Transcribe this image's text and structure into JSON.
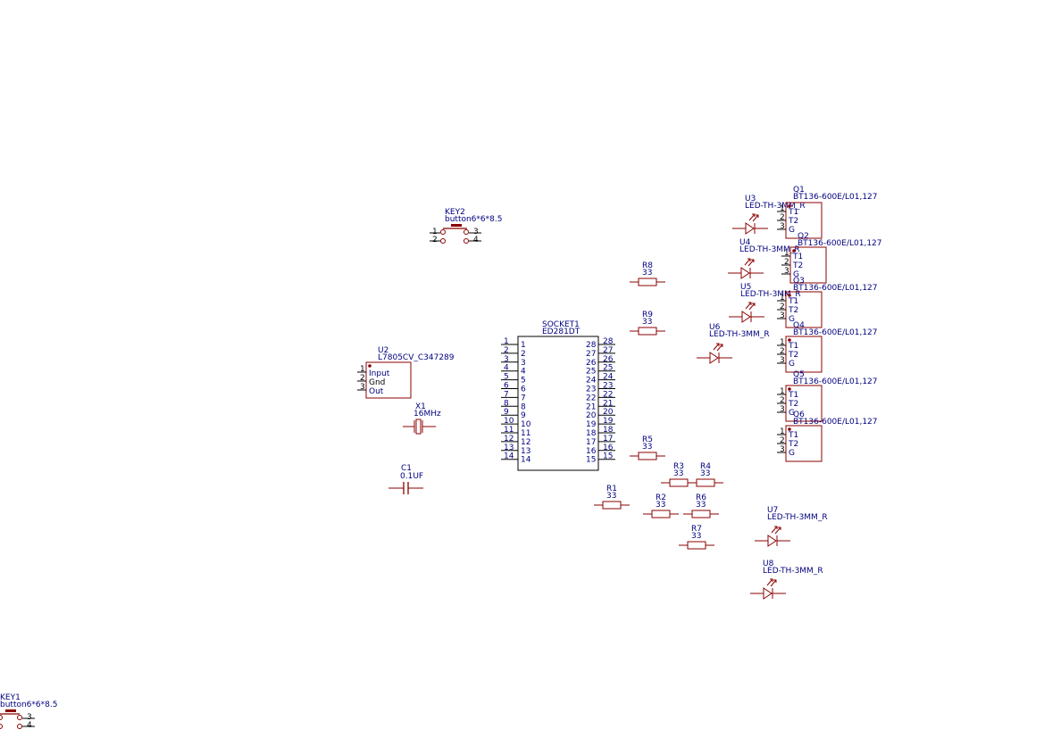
{
  "colors": {
    "outline": "#8b0000",
    "text": "#000080",
    "pin": "#8b0000",
    "dark": "#000000"
  },
  "components": {
    "key2": {
      "ref": "KEY2",
      "value": "button6*6*8.5",
      "pins": [
        "1",
        "2",
        "3",
        "4"
      ]
    },
    "key1": {
      "ref": "KEY1",
      "value": "button6*6*8.5",
      "pins": [
        "3",
        "4"
      ]
    },
    "u2": {
      "ref": "U2",
      "value": "L7805CV_C347289",
      "pins": [
        "1",
        "2",
        "3"
      ],
      "labels": [
        "Input",
        "Gnd",
        "Out"
      ]
    },
    "x1": {
      "ref": "X1",
      "value": "16MHz"
    },
    "c1": {
      "ref": "C1",
      "value": "0.1UF"
    },
    "socket1": {
      "ref": "SOCKET1",
      "value": "ED281DT",
      "left_pins": [
        "1",
        "2",
        "3",
        "4",
        "5",
        "6",
        "7",
        "8",
        "9",
        "10",
        "11",
        "12",
        "13",
        "14"
      ],
      "right_pins": [
        "28",
        "27",
        "26",
        "25",
        "24",
        "23",
        "22",
        "21",
        "20",
        "19",
        "18",
        "17",
        "16",
        "15"
      ]
    },
    "resistors": [
      {
        "ref": "R8",
        "value": "33"
      },
      {
        "ref": "R9",
        "value": "33"
      },
      {
        "ref": "R5",
        "value": "33"
      },
      {
        "ref": "R3",
        "value": "33"
      },
      {
        "ref": "R4",
        "value": "33"
      },
      {
        "ref": "R1",
        "value": "33"
      },
      {
        "ref": "R2",
        "value": "33"
      },
      {
        "ref": "R6",
        "value": "33"
      },
      {
        "ref": "R7",
        "value": "33"
      }
    ],
    "leds": [
      {
        "ref": "U3",
        "value": "LED-TH-3MM_R"
      },
      {
        "ref": "U4",
        "value": "LED-TH-3MM_R"
      },
      {
        "ref": "U5",
        "value": "LED-TH-3MM_R"
      },
      {
        "ref": "U6",
        "value": "LED-TH-3MM_R"
      },
      {
        "ref": "U7",
        "value": "LED-TH-3MM_R"
      },
      {
        "ref": "U8",
        "value": "LED-TH-3MM_R"
      }
    ],
    "triacs": [
      {
        "ref": "Q1",
        "value": "BT136-600E/L01,127"
      },
      {
        "ref": "Q2",
        "value": "BT136-600E/L01,127"
      },
      {
        "ref": "Q3",
        "value": "BT136-600E/L01,127"
      },
      {
        "ref": "Q4",
        "value": "BT136-600E/L01,127"
      },
      {
        "ref": "Q5",
        "value": "BT136-600E/L01,127"
      },
      {
        "ref": "Q6",
        "value": "BT136-600E/L01,127"
      }
    ],
    "triac_pins": [
      "1",
      "2",
      "3"
    ],
    "triac_labels": [
      "T1",
      "T2",
      "G"
    ]
  }
}
